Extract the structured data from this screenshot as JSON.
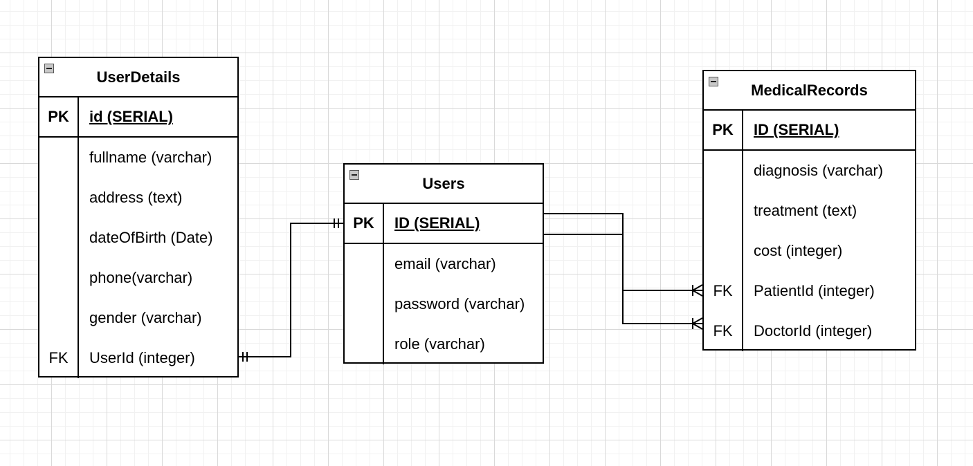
{
  "entities": {
    "user_details": {
      "title": "UserDetails",
      "pk": {
        "key": "PK",
        "field": "id (SERIAL)"
      },
      "rows": [
        {
          "key": "",
          "field": "fullname (varchar)"
        },
        {
          "key": "",
          "field": "address (text)"
        },
        {
          "key": "",
          "field": "dateOfBirth (Date)"
        },
        {
          "key": "",
          "field": "phone(varchar)"
        },
        {
          "key": "",
          "field": "gender (varchar)"
        },
        {
          "key": "FK",
          "field": "UserId (integer)"
        }
      ]
    },
    "users": {
      "title": "Users",
      "pk": {
        "key": "PK",
        "field": "ID (SERIAL)"
      },
      "rows": [
        {
          "key": "",
          "field": "email (varchar)"
        },
        {
          "key": "",
          "field": "password (varchar)"
        },
        {
          "key": "",
          "field": "role (varchar)"
        }
      ]
    },
    "medical_records": {
      "title": "MedicalRecords",
      "pk": {
        "key": "PK",
        "field": "ID (SERIAL)"
      },
      "rows": [
        {
          "key": "",
          "field": "diagnosis (varchar)"
        },
        {
          "key": "",
          "field": "treatment (text)"
        },
        {
          "key": "",
          "field": "cost (integer)"
        },
        {
          "key": "FK",
          "field": "PatientId (integer)"
        },
        {
          "key": "FK",
          "field": "DoctorId (integer)"
        }
      ]
    }
  },
  "relationships": [
    {
      "from": "UserDetails.UserId",
      "to": "Users.ID",
      "from_end": "one-mandatory",
      "to_end": "one-mandatory"
    },
    {
      "from": "Users.ID",
      "to": "MedicalRecords.PatientId",
      "from_end": "none",
      "to_end": "many"
    },
    {
      "from": "Users.ID",
      "to": "MedicalRecords.DoctorId",
      "from_end": "none",
      "to_end": "many"
    }
  ],
  "colors": {
    "line": "#000000",
    "grid_major": "#d9d9d9",
    "grid_minor": "#f1f1f1",
    "collapse_button": "#c8c8c8"
  }
}
